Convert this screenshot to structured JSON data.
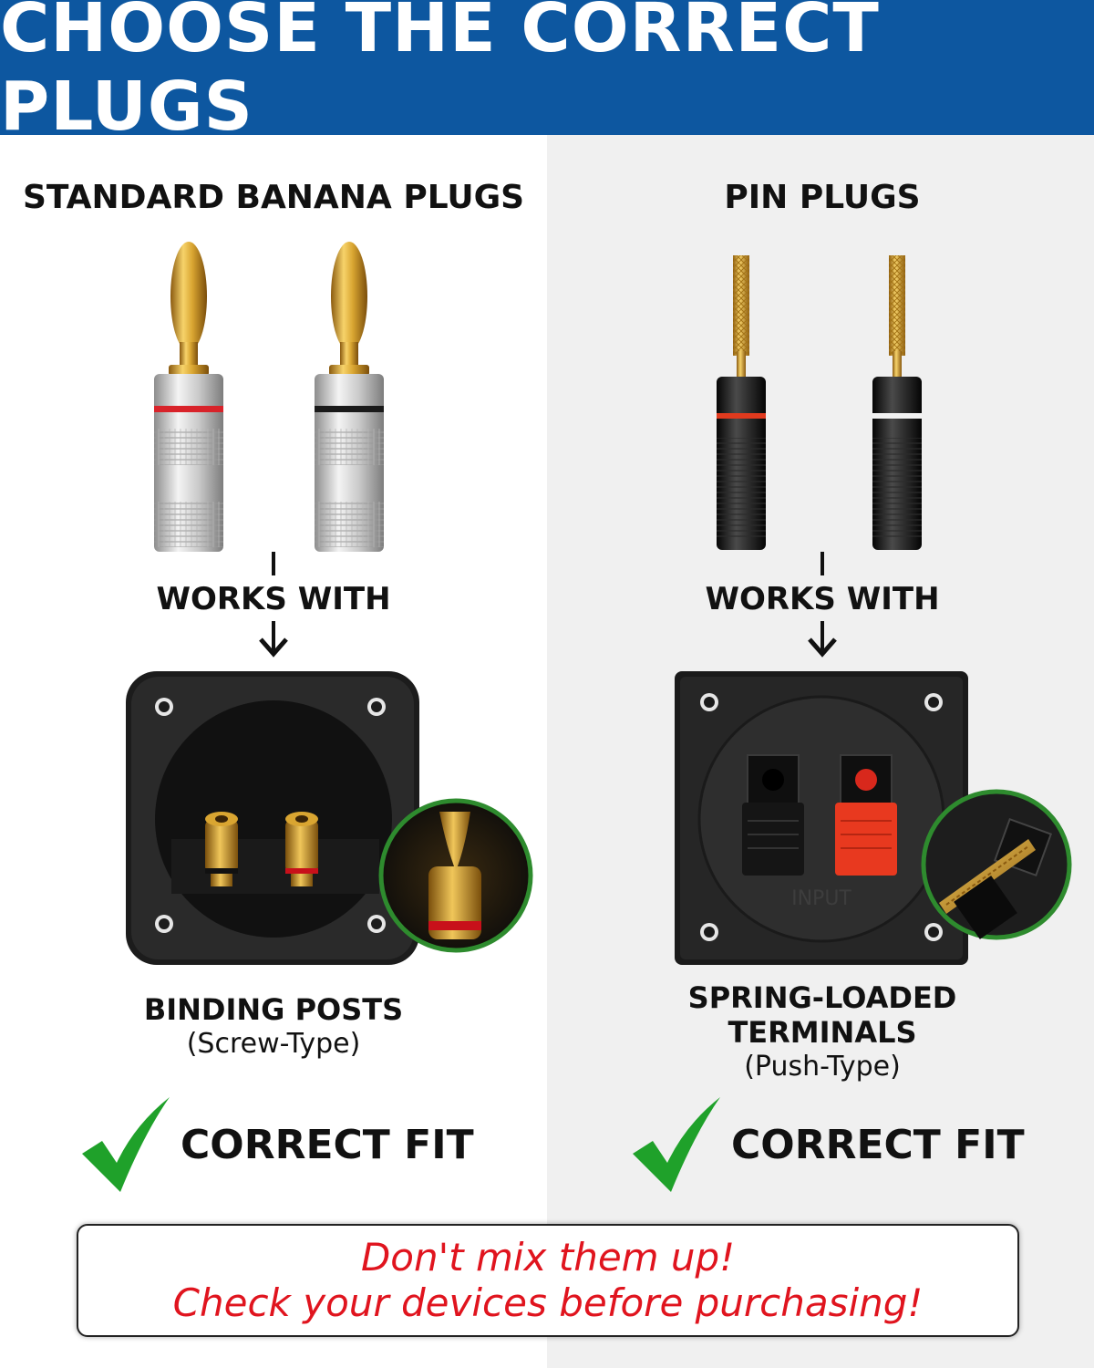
{
  "header": {
    "title": "CHOOSE THE CORRECT PLUGS"
  },
  "left": {
    "title": "STANDARD BANANA PLUGS",
    "works_with": "WORKS WITH",
    "terminal_name": "BINDING POSTS",
    "terminal_type": "(Screw-Type)",
    "fit_label": "CORRECT FIT"
  },
  "right": {
    "title": "PIN PLUGS",
    "works_with": "WORKS WITH",
    "terminal_name_line1": "SPRING-LOADED",
    "terminal_name_line2": "TERMINALS",
    "terminal_type": "(Push-Type)",
    "panel_text": "INPUT",
    "fit_label": "CORRECT FIT"
  },
  "warning": {
    "line1": "Don't mix them up!",
    "line2": "Check your devices before purchasing!"
  },
  "colors": {
    "header_bg": "#0d57a0",
    "check_green": "#1fa12a",
    "warning_red": "#e0141e",
    "zoom_ring": "#2e8b2e"
  },
  "icons": [
    "checkmark-icon",
    "down-arrow-icon"
  ]
}
